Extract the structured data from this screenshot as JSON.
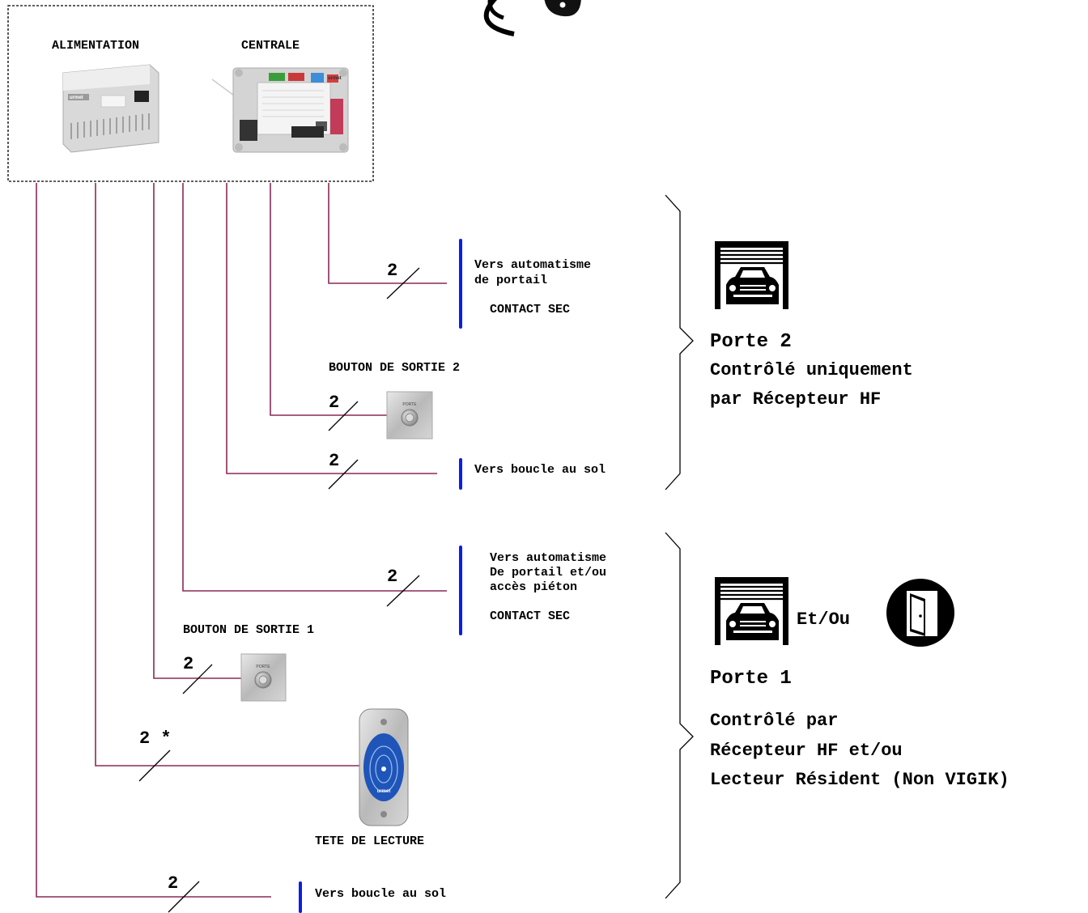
{
  "box_labels": {
    "alimentation": "ALIMENTATION",
    "centrale": "CENTRALE"
  },
  "wire_counts": {
    "portail": "2",
    "bouton2": "2",
    "boucle2": "2",
    "pieton": "2",
    "bouton1": "2",
    "lecteur": "2 *",
    "boucle1": "2"
  },
  "porte2_outputs": {
    "gate_line1": "Vers automatisme",
    "gate_line2": "de portail",
    "contact": "CONTACT SEC",
    "exit_button_label": "BOUTON DE SORTIE 2",
    "loop": "Vers boucle au sol"
  },
  "porte1_outputs": {
    "gate_line1": "Vers automatisme",
    "gate_line2": "De portail et/ou",
    "gate_line3": "accès piéton",
    "contact": "CONTACT SEC",
    "exit_button_label": "BOUTON DE SORTIE 1",
    "reader_label": "TETE DE LECTURE",
    "loop": "Vers boucle au sol"
  },
  "device_text": {
    "button_text": "PORTE",
    "brand": "urmet"
  },
  "porte2": {
    "title": "Porte 2",
    "desc1": "Contrôlé uniquement",
    "desc2": "par Récepteur HF"
  },
  "porte1": {
    "icon_join": "Et/Ou",
    "title": "Porte 1",
    "desc1": "Contrôlé par",
    "desc2": "Récepteur HF et/ou",
    "desc3": "Lecteur Résident (Non VIGIK)"
  },
  "colors": {
    "wire": "#8a2a55",
    "signal_bar": "#0a1ee6",
    "reader_blue": "#1f55b8"
  },
  "icons": [
    "wireless-signal-icon",
    "remote-fob-icon",
    "garage-car-icon",
    "door-icon",
    "exit-button-icon",
    "card-reader-icon"
  ]
}
